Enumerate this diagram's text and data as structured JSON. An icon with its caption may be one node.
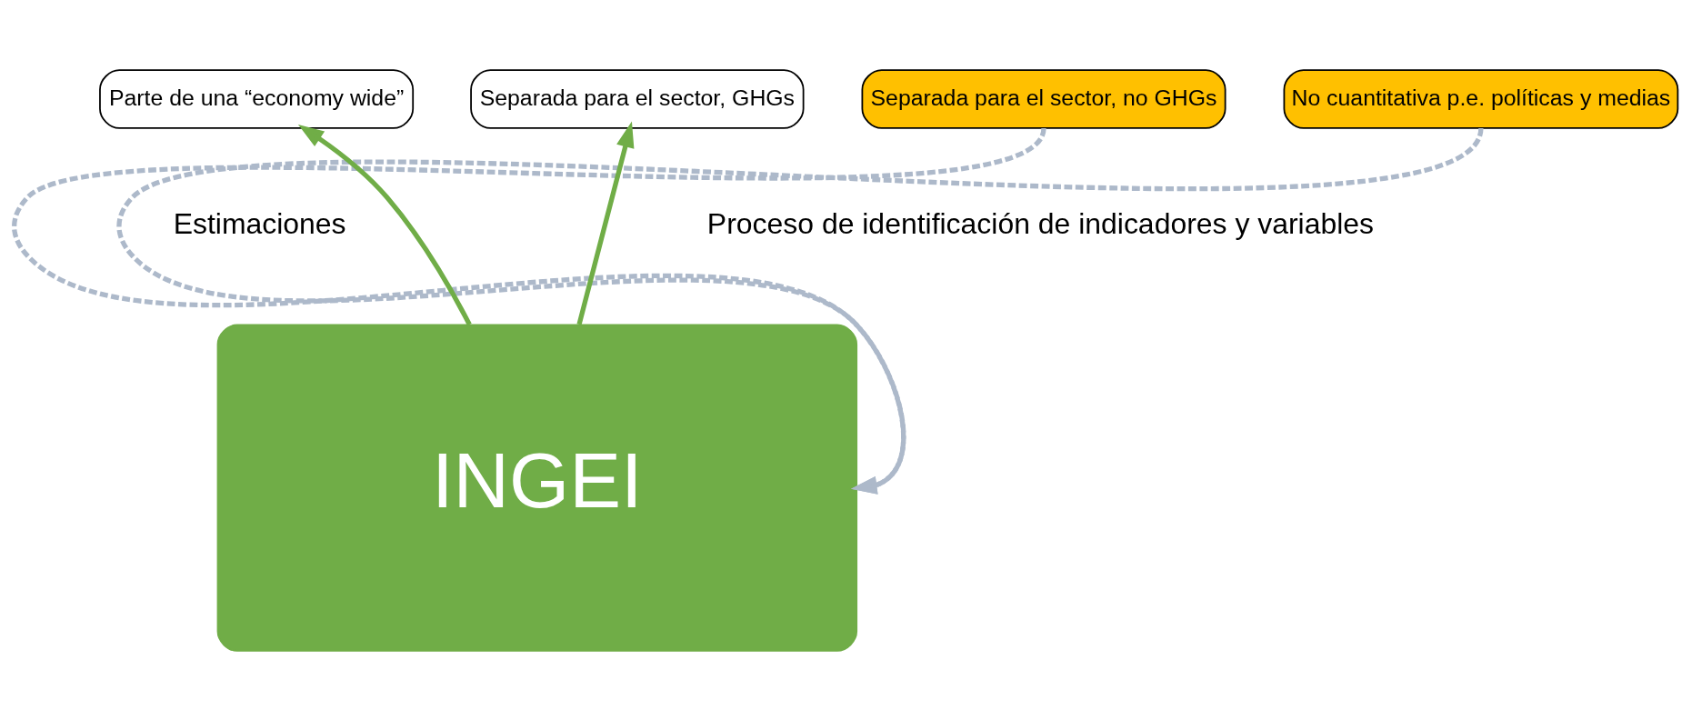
{
  "diagram": {
    "nodes": [
      {
        "text": [
          "Parte de una “economy wide”"
        ]
      },
      {
        "text": [
          "Separada para el sector, GHGs"
        ]
      },
      {
        "text": [
          "Separada para el sector, no GHGs"
        ]
      },
      {
        "text": [
          "No cuantitativa p.e. políticas y medias"
        ]
      },
      {
        "text": [
          "INGEI"
        ]
      }
    ],
    "edges": [
      {
        "from": 4,
        "to": 0,
        "arrow": "to",
        "color": "#70ad47"
      },
      {
        "from": 4,
        "to": 1,
        "arrow": "to",
        "color": "#70ad47"
      },
      {
        "from": 2,
        "to": 4,
        "arrow": "to",
        "style": "dashed",
        "color": "#adb9ca"
      },
      {
        "from": 3,
        "to": 4,
        "arrow": "to",
        "style": "dashed",
        "color": "#adb9ca"
      }
    ],
    "labels": [
      "Estimaciones",
      "Proceso de identificación de indicadores y variables"
    ]
  }
}
